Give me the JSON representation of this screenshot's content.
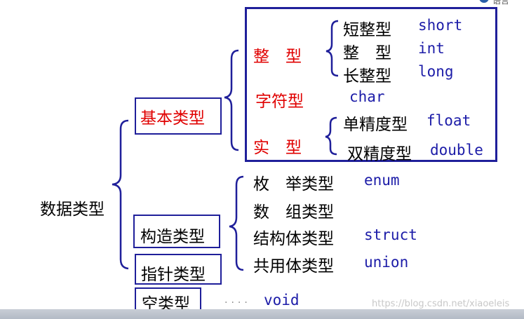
{
  "header": {
    "corner_text": "语言"
  },
  "root": {
    "label": "数据类型"
  },
  "basic": {
    "label": "基本类型",
    "integer": {
      "label": "整　型",
      "items": [
        {
          "cn": "短整型",
          "kw": "short"
        },
        {
          "cn": "整　型",
          "kw": "int"
        },
        {
          "cn": "长整型",
          "kw": "long"
        }
      ]
    },
    "char": {
      "label": "字符型",
      "kw": "char"
    },
    "real": {
      "label": "实　型",
      "items": [
        {
          "cn": "单精度型",
          "kw": "float"
        },
        {
          "cn": "双精度型",
          "kw": "double"
        }
      ]
    }
  },
  "constructed": {
    "label": "构造类型",
    "items": [
      {
        "cn": "枚　举类型",
        "kw": "enum"
      },
      {
        "cn": "数　组类型",
        "kw": ""
      },
      {
        "cn": "结构体类型",
        "kw": "struct"
      },
      {
        "cn": "共用体类型",
        "kw": "union"
      }
    ]
  },
  "pointer": {
    "label": "指针类型"
  },
  "void_type": {
    "label": "空类型",
    "kw": "void"
  },
  "watermark": "https://blog.csdn.net/xiaoeleis",
  "colors": {
    "frame": "#1f1f9a",
    "highlight": "#e00000",
    "keyword": "#1c1ca8"
  }
}
